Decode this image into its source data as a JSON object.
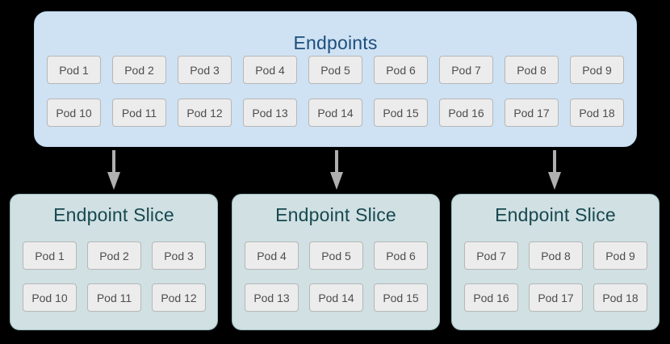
{
  "colors": {
    "page_bg": "#000000",
    "endpoints_bg": "#cfe2f3",
    "endpoints_border": "#bcd6ec",
    "endpoints_title": "#1d4e7d",
    "slice_bg": "#d0e0e3",
    "slice_border": "#9dbcbe",
    "slice_title": "#17484f",
    "pod_bg": "#ececec",
    "pod_border": "#b7b7b7",
    "pod_text": "#4d4d4d",
    "arrow": "#b0b0b0"
  },
  "endpoints_box": {
    "title": "Endpoints",
    "pods": [
      "Pod 1",
      "Pod 2",
      "Pod 3",
      "Pod 4",
      "Pod 5",
      "Pod 6",
      "Pod 7",
      "Pod 8",
      "Pod 9",
      "Pod 10",
      "Pod 11",
      "Pod 12",
      "Pod 13",
      "Pod 14",
      "Pod 15",
      "Pod 16",
      "Pod 17",
      "Pod 18"
    ]
  },
  "slices": [
    {
      "title": "Endpoint Slice",
      "pods": [
        "Pod 1",
        "Pod 2",
        "Pod 3",
        "Pod 10",
        "Pod 11",
        "Pod 12"
      ]
    },
    {
      "title": "Endpoint Slice",
      "pods": [
        "Pod 4",
        "Pod 5",
        "Pod 6",
        "Pod 13",
        "Pod 14",
        "Pod 15"
      ]
    },
    {
      "title": "Endpoint Slice",
      "pods": [
        "Pod 7",
        "Pod 8",
        "Pod 9",
        "Pod 16",
        "Pod 17",
        "Pod 18"
      ]
    }
  ]
}
